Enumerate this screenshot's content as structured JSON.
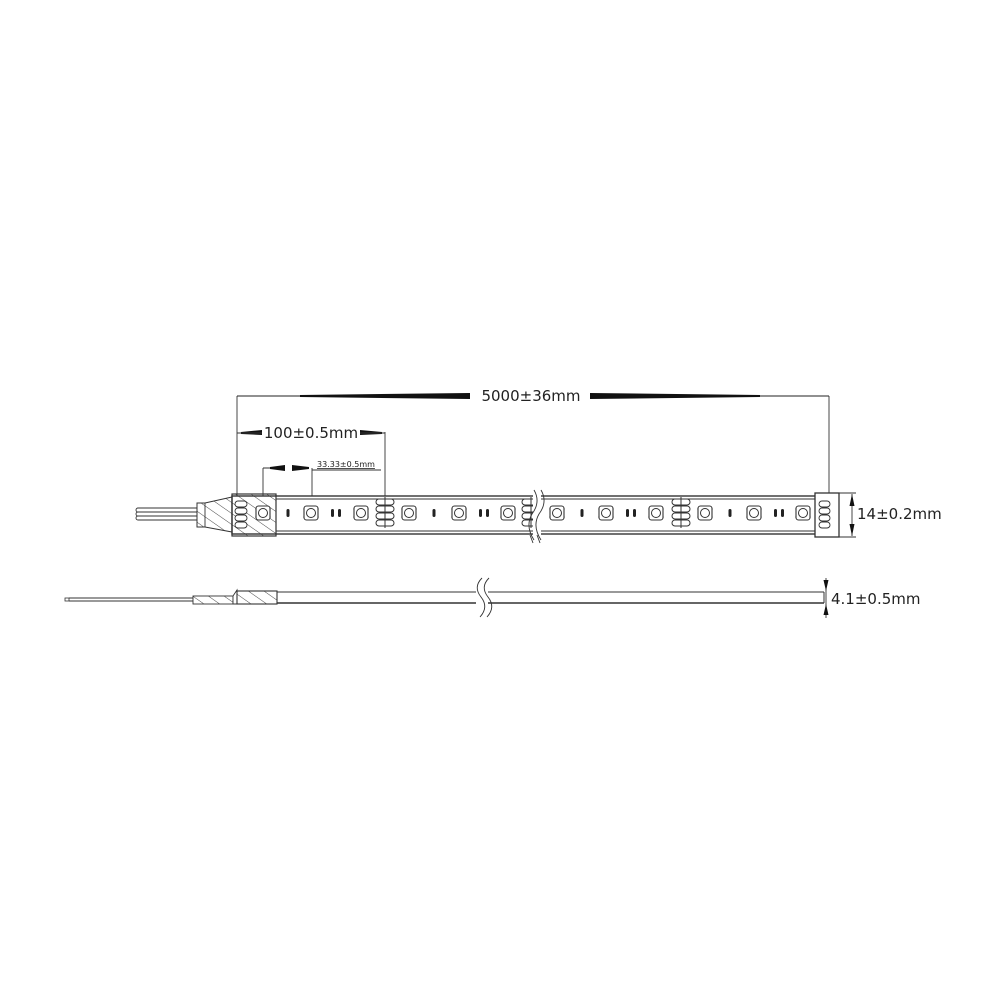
{
  "diagram": {
    "subject": "LED strip dimension drawing",
    "views": [
      "top-view",
      "side-view"
    ],
    "dimensions": {
      "total_length": "5000±36mm",
      "cut_interval": "100±0.5mm",
      "led_pitch": "33.33±0.5mm",
      "width": "14±0.2mm",
      "thickness": "4.1±0.5mm"
    },
    "top_view": {
      "led_count_visible": 12,
      "cut_marks_visible": 3,
      "break_symbol": "wavy-break",
      "lead_wires": 4,
      "end_cap": "right"
    },
    "side_view": {
      "break_symbol": "wavy-break",
      "lead_wire": "single",
      "heat_shrink_sleeve": "hatched"
    },
    "colors": {
      "line": "#333333",
      "background": "#ffffff"
    }
  }
}
